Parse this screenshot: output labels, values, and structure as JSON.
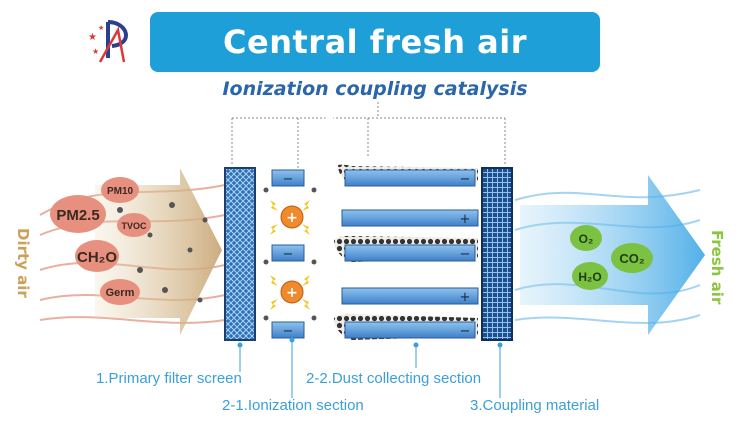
{
  "header": {
    "title": "Central fresh air Systerm",
    "subtitle": "Ionization coupling catalysis"
  },
  "sides": {
    "inlet": "Dirty air",
    "outlet": "Fresh air"
  },
  "pollutants": [
    "PM2.5",
    "PM10",
    "TVOC",
    "CH₂O",
    "Germ"
  ],
  "products": [
    "O₂",
    "CO₂",
    "H₂O"
  ],
  "charges": {
    "positive": "+",
    "negative": "−"
  },
  "sections": {
    "primary": "1.Primary filter screen",
    "ionization": "2-1.Ionization section",
    "dust": "2-2.Dust collecting section",
    "coupling": "3.Coupling material"
  },
  "colors": {
    "title_bg": "#1e9fd8",
    "label": "#3aa0d8",
    "subtitle": "#2b66a8",
    "dirty": "#c9a15a",
    "fresh": "#8cc63f",
    "pollutant_bubble": "#e8907f",
    "product_bubble": "#7cc242",
    "plate": "#4f93d6"
  }
}
